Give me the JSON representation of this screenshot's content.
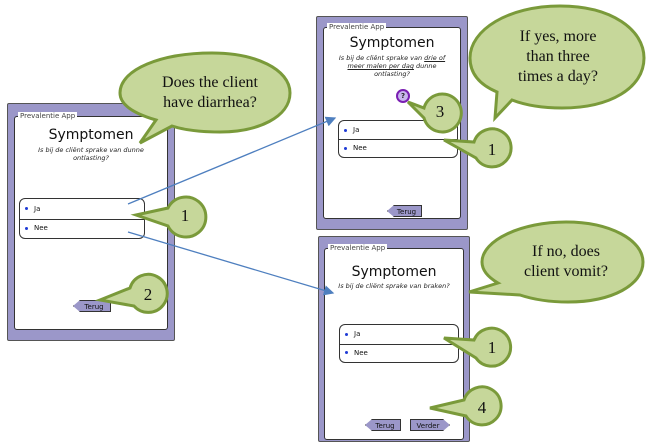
{
  "colors": {
    "bubble_fill": "#c6d79a",
    "bubble_stroke": "#7a9a3a",
    "arrow": "#4e7fbf",
    "phone_frame": "#9b97c9",
    "radio_dot": "#1f3bd6",
    "help_ring": "#7a1fb2"
  },
  "screens": [
    {
      "app_title": "Prevalentie App",
      "heading": "Symptomen",
      "question_line1": "Is bij de cliënt sprake van dunne",
      "question_line2": "ontlasting?",
      "options": [
        "Ja",
        "Nee"
      ],
      "back_label": "Terug"
    },
    {
      "app_title": "Prevalentie App",
      "heading": "Symptomen",
      "question_pre": "Is bij de cliënt sprake van ",
      "question_emph1": "drie of",
      "question_emph2": "meer malen per dag",
      "question_post": " dunne",
      "question_line3": "ontlasting?",
      "help_icon": "question-mark-icon",
      "options": [
        "Ja",
        "Nee"
      ],
      "back_label": "Terug"
    },
    {
      "app_title": "Prevalentie App",
      "heading": "Symptomen",
      "question_line1": "Is bij de cliënt sprake van braken?",
      "options": [
        "Ja",
        "Nee"
      ],
      "back_label": "Terug",
      "next_label": "Verder"
    }
  ],
  "bubbles": {
    "diarrhea_line1": "Does the client",
    "diarrhea_line2": "have diarrhea?",
    "yes_line1": "If yes, more",
    "yes_line2": "than three",
    "yes_line3": "times a day?",
    "no_line1": "If no, does",
    "no_line2": "client vomit?"
  },
  "callouts": {
    "one": "1",
    "two": "2",
    "three": "3",
    "four": "4"
  }
}
